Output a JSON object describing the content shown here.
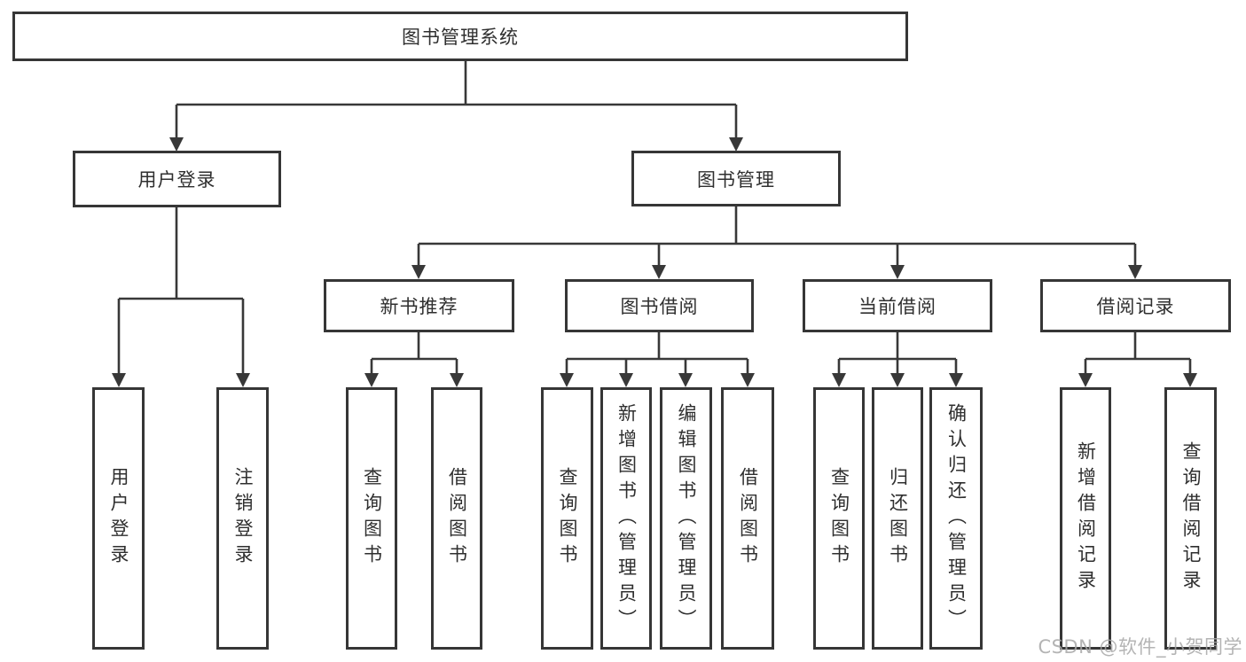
{
  "page": {
    "background": "#ffffff",
    "line_color": "#383838",
    "box_border_color": "#363636",
    "text_color": "#2f2f2f",
    "watermark_color": "#a7a7a7"
  },
  "watermark": {
    "text": "CSDN @软件_小贺同学"
  },
  "tree": {
    "label": "图书管理系统",
    "children": [
      {
        "label": "用户登录",
        "children": [
          {
            "label": "用户登录"
          },
          {
            "label": "注销登录"
          }
        ]
      },
      {
        "label": "图书管理",
        "children": [
          {
            "label": "新书推荐",
            "children": [
              {
                "label": "查询图书"
              },
              {
                "label": "借阅图书"
              }
            ]
          },
          {
            "label": "图书借阅",
            "children": [
              {
                "label": "查询图书"
              },
              {
                "label": "新增图书（管理员）"
              },
              {
                "label": "编辑图书（管理员）"
              },
              {
                "label": "借阅图书"
              }
            ]
          },
          {
            "label": "当前借阅",
            "children": [
              {
                "label": "查询图书"
              },
              {
                "label": "归还图书"
              },
              {
                "label": "确认归还（管理员）"
              }
            ]
          },
          {
            "label": "借阅记录",
            "children": [
              {
                "label": "新增借阅记录"
              },
              {
                "label": "查询借阅记录"
              }
            ]
          }
        ]
      }
    ]
  }
}
